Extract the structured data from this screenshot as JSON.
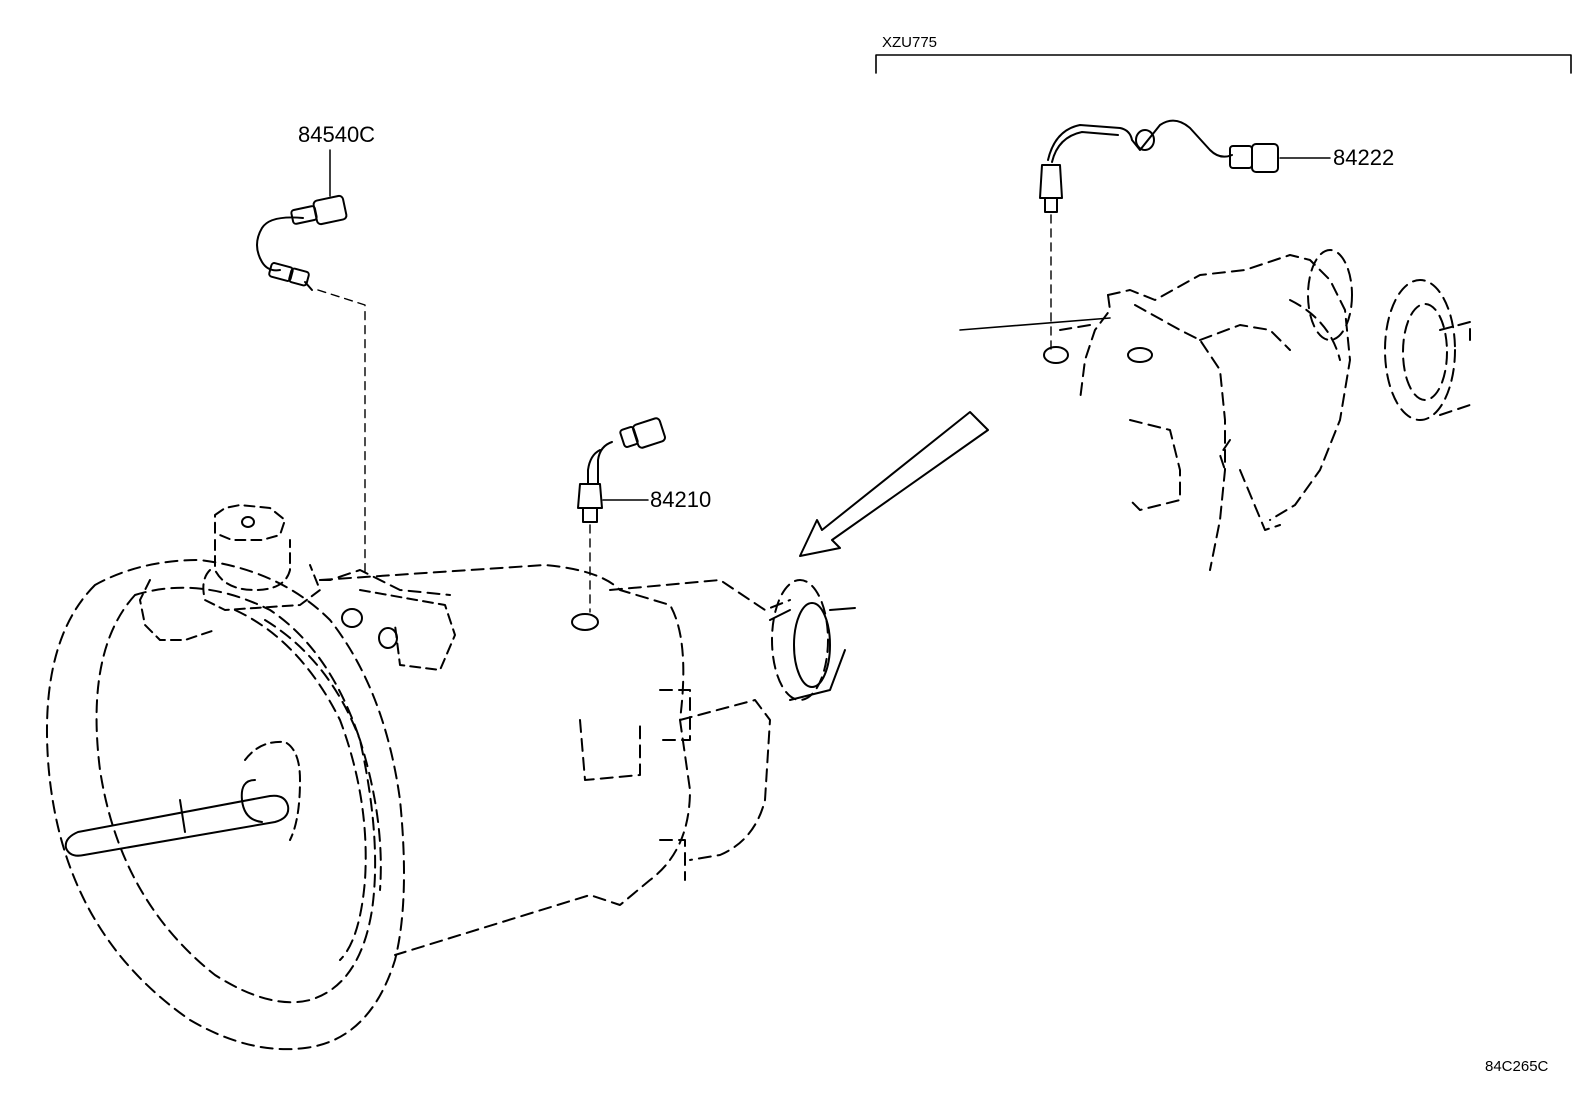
{
  "diagram": {
    "variant_label": "XZU775",
    "diagram_code": "84C265C",
    "callouts": [
      {
        "id": "c1",
        "text": "84540C"
      },
      {
        "id": "c2",
        "text": "84210"
      },
      {
        "id": "c3",
        "text": "84222"
      }
    ],
    "components": {
      "main_unit": "transmission-assembly",
      "variant_unit": "transfer-case-assembly",
      "sensor_1": "speed-sensor-with-harness",
      "sensor_2": "back-up-lamp-switch",
      "sensor_3": "sensor-with-harness-variant"
    },
    "colors": {
      "ink": "#000000",
      "paper": "#ffffff"
    }
  }
}
